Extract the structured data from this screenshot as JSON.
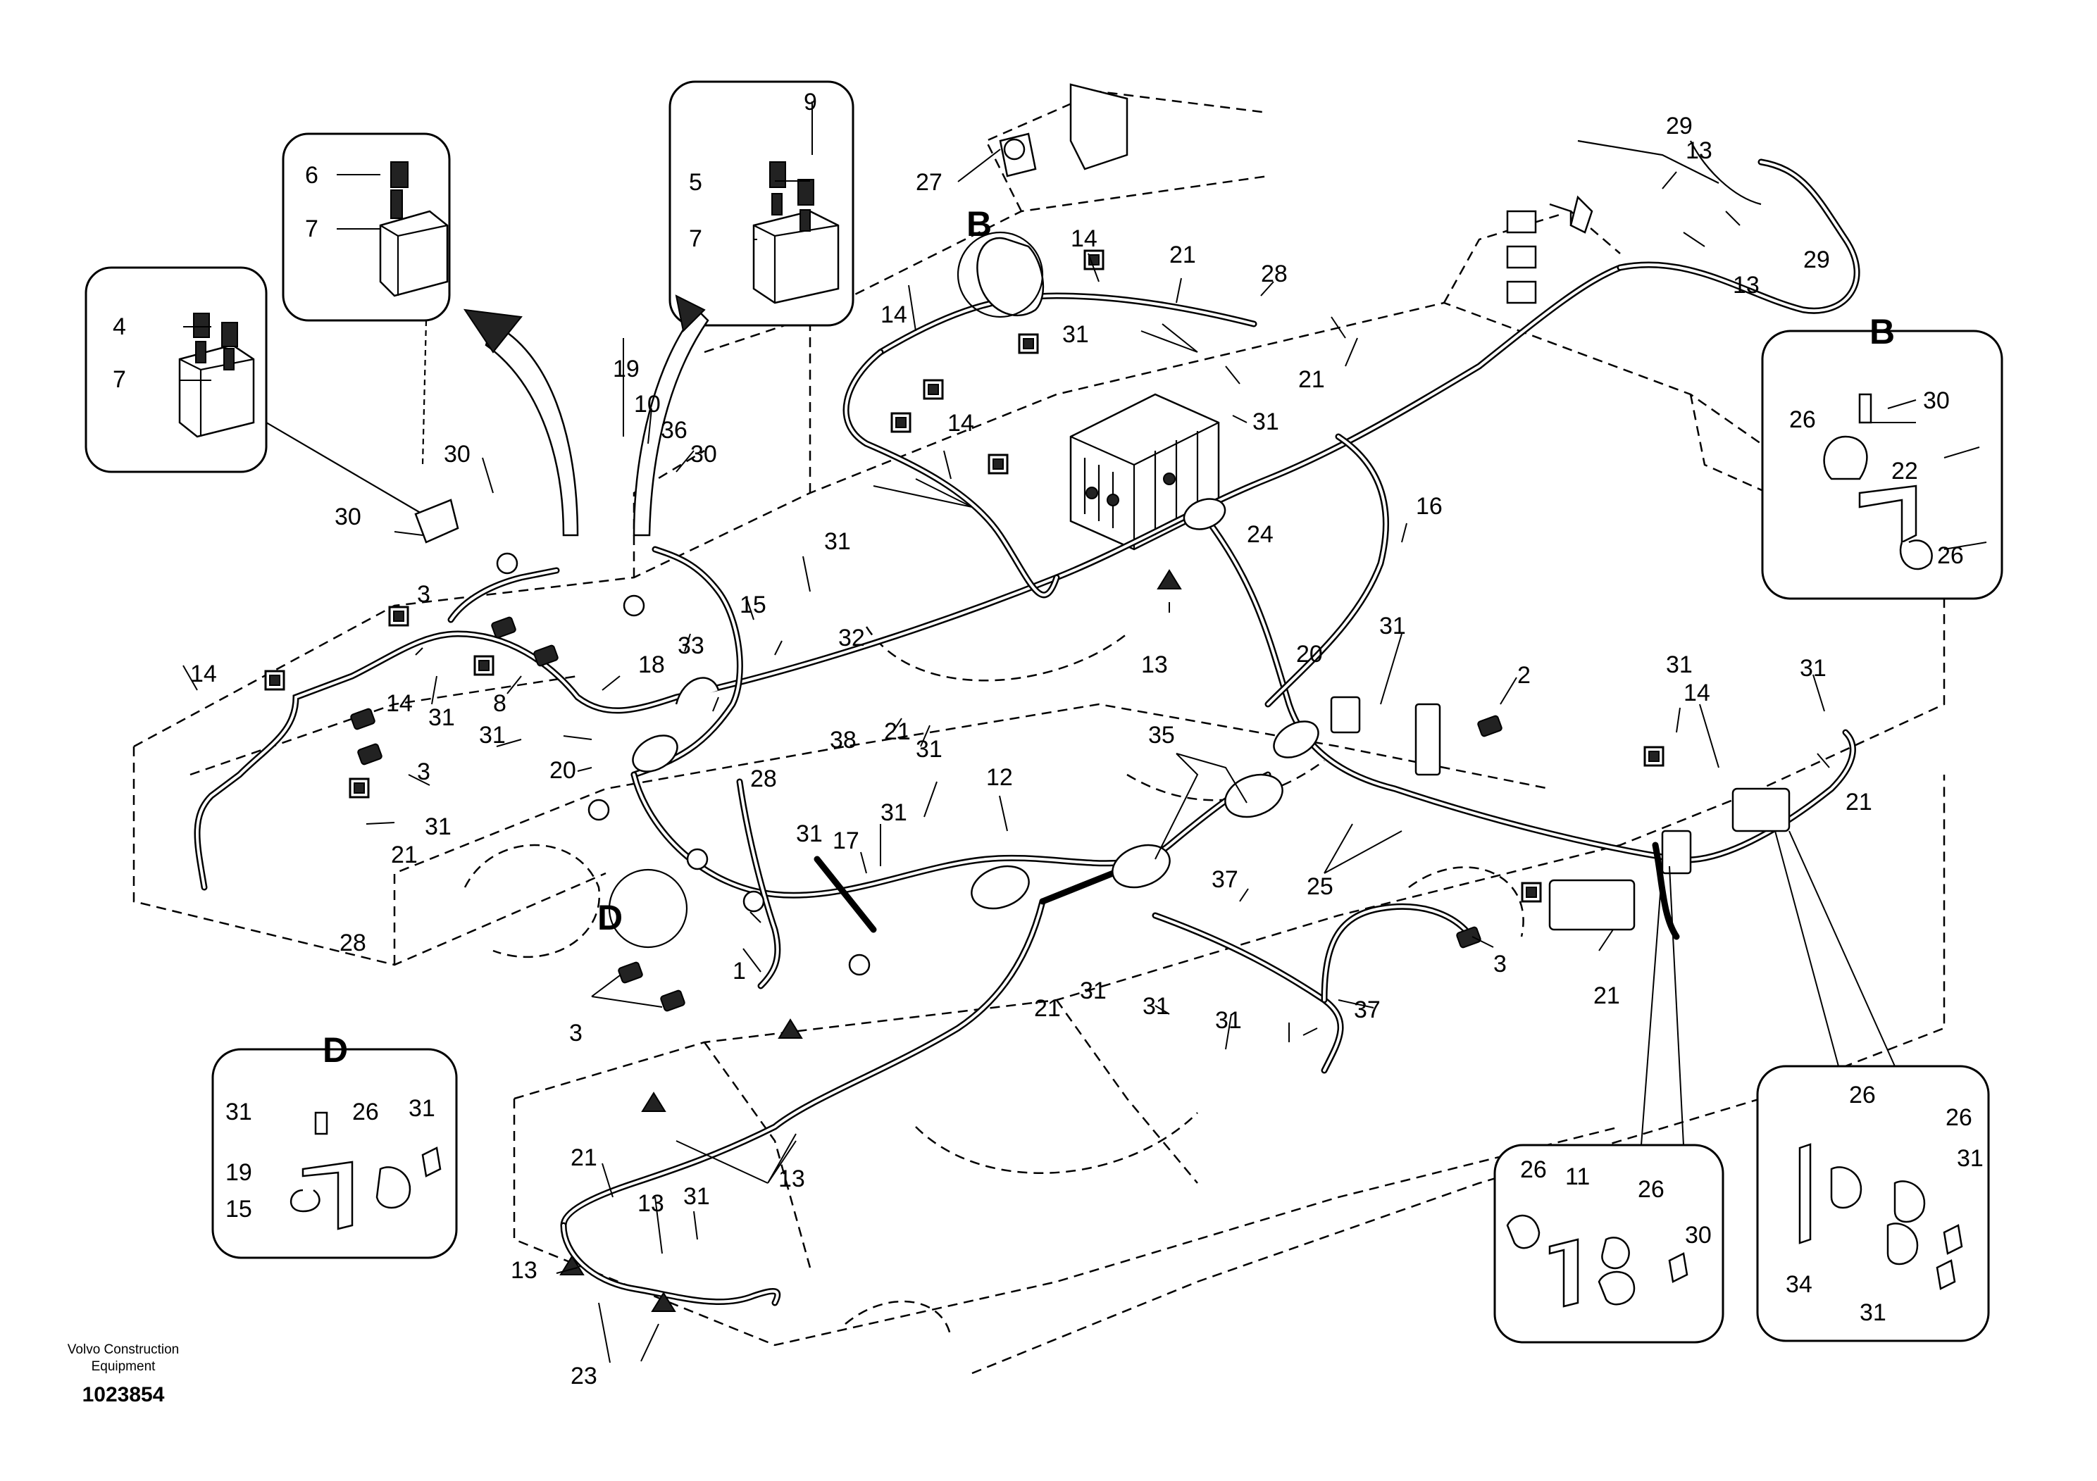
{
  "footer": {
    "company_line1": "Volvo Construction",
    "company_line2": "Equipment",
    "document_number": "1023854"
  },
  "detail_views": {
    "B_main": "B",
    "B_box": "B",
    "D_main": "D",
    "D_box": "D"
  },
  "callouts": {
    "c1": "6",
    "c2": "7",
    "c3": "4",
    "c4": "7",
    "c5": "9",
    "c6": "5",
    "c7": "7",
    "c8": "27",
    "c9": "29",
    "c10": "13",
    "c11": "29",
    "c12": "13",
    "c13": "14",
    "c14": "21",
    "c15": "28",
    "c16": "14",
    "c17": "31",
    "c18": "21",
    "c19": "31",
    "c20": "19",
    "c21": "10",
    "c22": "36",
    "c23": "30",
    "c24": "30",
    "c25": "30",
    "c26": "14",
    "c27": "31",
    "c28": "24",
    "c29": "16",
    "c30": "30",
    "c31": "26",
    "c32": "22",
    "c33": "26",
    "c34": "3",
    "c35": "15",
    "c36": "32",
    "c37": "33",
    "c38": "18",
    "c39": "13",
    "c40": "14",
    "c41": "14",
    "c42": "31",
    "c43": "8",
    "c44": "31",
    "c45": "3",
    "c46": "20",
    "c47": "31",
    "c48": "21",
    "c49": "28",
    "c50": "21",
    "c51": "31",
    "c52": "38",
    "c53": "20",
    "c54": "31",
    "c55": "2",
    "c56": "35",
    "c57": "31",
    "c58": "14",
    "c59": "31",
    "c60": "21",
    "c61": "28",
    "c62": "12",
    "c63": "31",
    "c64": "17",
    "c65": "31",
    "c66": "1",
    "c67": "37",
    "c68": "25",
    "c69": "31",
    "c70": "3",
    "c71": "3",
    "c72": "37",
    "c73": "31",
    "c74": "21",
    "c75": "21",
    "c76": "31",
    "c77": "31",
    "c78": "26",
    "c79": "31",
    "c80": "19",
    "c81": "15",
    "c82": "13",
    "c83": "21",
    "c84": "13",
    "c85": "31",
    "c86": "13",
    "c87": "23",
    "c88": "26",
    "c89": "11",
    "c90": "26",
    "c91": "30",
    "c92": "26",
    "c93": "26",
    "c94": "31",
    "c95": "34",
    "c96": "31"
  }
}
